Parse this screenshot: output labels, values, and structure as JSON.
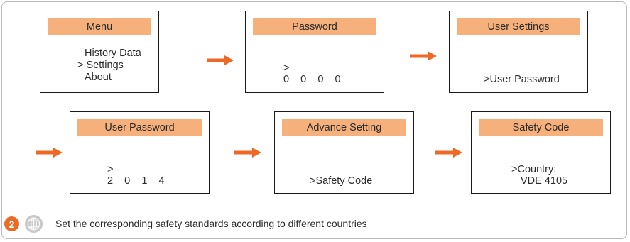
{
  "screens": [
    {
      "title": "Menu",
      "lines": [
        "History Data",
        "> Settings",
        "About"
      ]
    },
    {
      "title": "Password",
      "lines": [
        ">",
        "0    0    0    0"
      ]
    },
    {
      "title": "User Settings",
      "lines": [
        ">User Password"
      ]
    },
    {
      "title": "User Password",
      "lines": [
        ">",
        "2    0    1    4"
      ]
    },
    {
      "title": "Advance Setting",
      "lines": [
        ">Safety Code"
      ]
    },
    {
      "title": "Safety Code",
      "lines": [
        ">Country:",
        "VDE 4105"
      ]
    }
  ],
  "footer": {
    "step_number": "2",
    "icon": "globe-icon",
    "caption": "Set the corresponding safety standards according to different countries"
  },
  "colors": {
    "accent": "#ec6a25",
    "title_bar": "#f6b07c",
    "border": "#1a1a1a"
  }
}
